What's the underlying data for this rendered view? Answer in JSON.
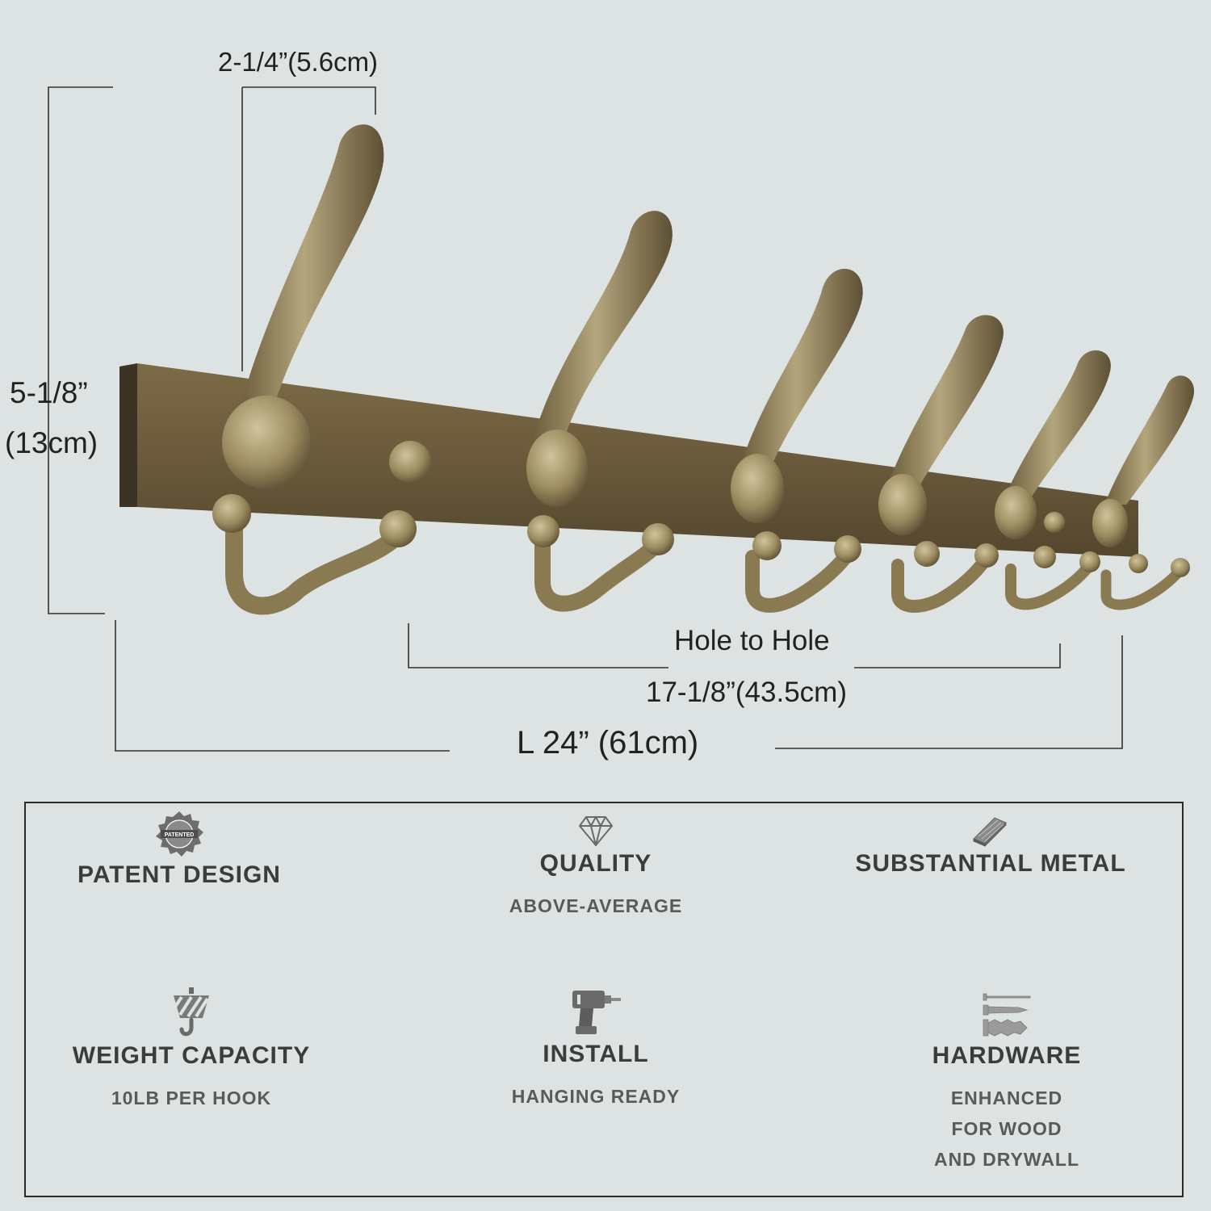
{
  "dimensions": {
    "hook_width": "2-1/4”(5.6cm)",
    "height_in": "5-1/8”",
    "height_cm": "(13cm)",
    "hole_label": "Hole to Hole",
    "hole_value": "17-1/8”(43.5cm)",
    "length": "L 24” (61cm)"
  },
  "features": {
    "patent": {
      "title": "PATENT DESIGN",
      "icon": "patented-seal-icon",
      "seal_text": "PATENTED"
    },
    "quality": {
      "title": "QUALITY",
      "subtitle": "ABOVE-AVERAGE",
      "icon": "diamond-icon"
    },
    "metal": {
      "title": "SUBSTANTIAL METAL",
      "icon": "metal-bars-icon"
    },
    "weight": {
      "title": "WEIGHT CAPACITY",
      "subtitle": "10LB PER HOOK",
      "icon": "weight-hook-icon"
    },
    "install": {
      "title": "INSTALL",
      "subtitle": "HANGING READY",
      "icon": "drill-icon"
    },
    "hardware": {
      "title": "HARDWARE",
      "subtitle_lines": [
        "ENHANCED",
        "FOR WOOD",
        "AND DRYWALL"
      ],
      "icon": "screw-anchor-icon"
    }
  },
  "colors": {
    "background": "#dde3e3",
    "bronze": "#8c7a52",
    "bronze_dark": "#5c4f33",
    "rail": "#6e5e3e",
    "text": "#3a3a3a"
  }
}
